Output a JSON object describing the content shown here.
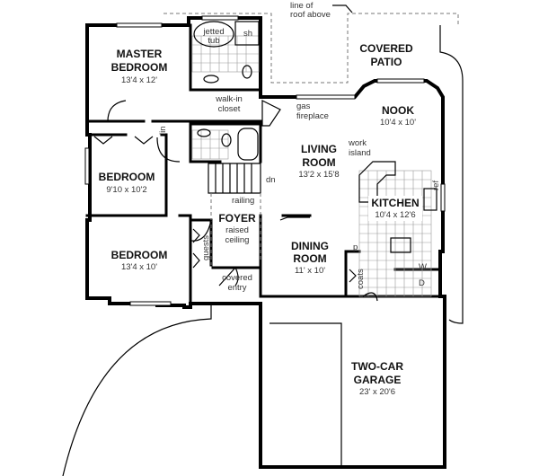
{
  "rooms": {
    "master_bedroom": {
      "name_line1": "MASTER",
      "name_line2": "BEDROOM",
      "size": "13'4 x 12'"
    },
    "bedroom_2": {
      "name": "BEDROOM",
      "size": "9'10 x 10'2"
    },
    "bedroom_3": {
      "name": "BEDROOM",
      "size": "13'4 x 10'"
    },
    "foyer": {
      "name": "FOYER",
      "note_line1": "raised",
      "note_line2": "ceiling"
    },
    "living_room": {
      "name_line1": "LIVING",
      "name_line2": "ROOM",
      "size": "13'2 x 15'8"
    },
    "dining_room": {
      "name_line1": "DINING",
      "name_line2": "ROOM",
      "size": "11' x 10'"
    },
    "kitchen": {
      "name": "KITCHEN",
      "size": "10'4 x 12'6"
    },
    "nook": {
      "name": "NOOK",
      "size": "10'4 x 10'"
    },
    "covered_patio": {
      "name_line1": "COVERED",
      "name_line2": "PATIO"
    },
    "garage": {
      "name_line1": "TWO-CAR",
      "name_line2": "GARAGE",
      "size": "23' x 20'6"
    }
  },
  "annotations": {
    "jetted_tub_1": "jetted",
    "jetted_tub_2": "tub",
    "shower": "sh",
    "walk_in_1": "walk-in",
    "walk_in_2": "closet",
    "gas_fireplace_1": "gas",
    "gas_fireplace_2": "fireplace",
    "roof_line_1": "line of",
    "roof_line_2": "roof above",
    "work_island_1": "work",
    "work_island_2": "island",
    "stairs_down": "dn",
    "railing": "railing",
    "guests": "guests",
    "covered_entry_1": "covered",
    "covered_entry_2": "entry",
    "coats": "coats",
    "linen": "lin",
    "washer": "W",
    "dryer": "D",
    "pantry": "p",
    "refrigerator": "ref"
  }
}
